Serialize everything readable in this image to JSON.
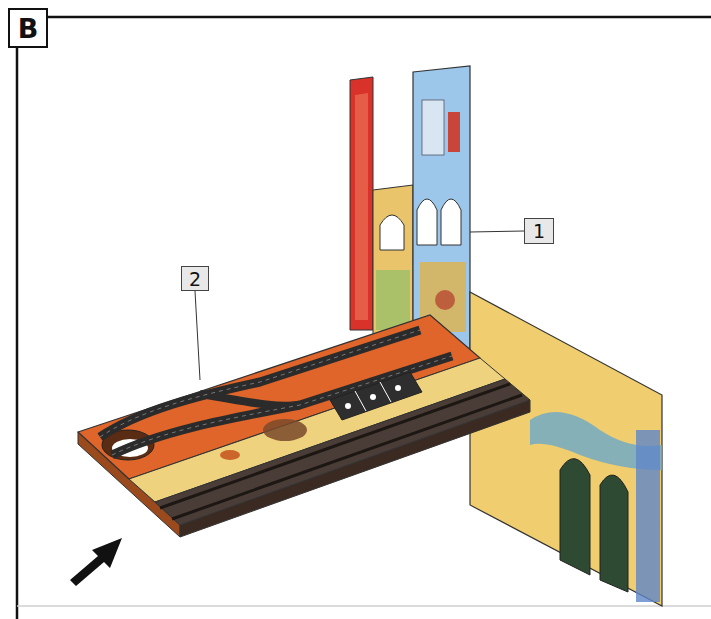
{
  "diagram": {
    "labels": [
      "B",
      "1",
      "2"
    ]
  }
}
